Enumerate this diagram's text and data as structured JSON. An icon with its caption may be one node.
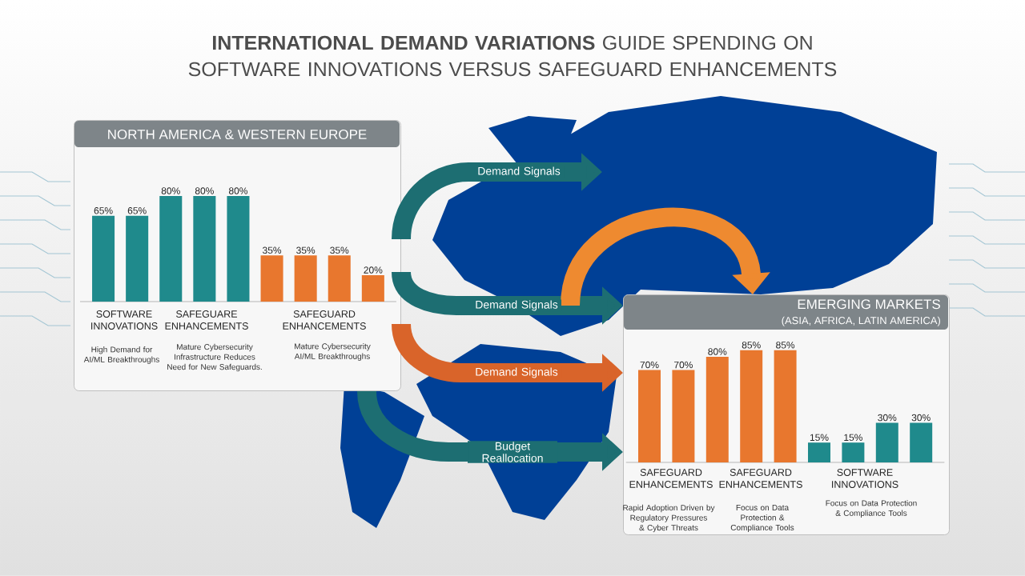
{
  "diagram": {
    "title": "**INTERNATIONAL DEMAND VARIATIONS** GUIDE SPENDING ON SOFTWARE INNOVATIONS VERSUS SAFEGUARD ENHANCEMENTS",
    "nodes": [
      {
        "text": [
          "NORTH AMERICA & WESTERN EUROPE"
        ]
      },
      {
        "text": [
          "EMERGING MARKETS",
          "(ASIA, AFRICA, LATIN AMERICA)"
        ]
      }
    ],
    "edges": [
      {
        "from": 0,
        "to": null,
        "arrow": "to",
        "label": "Demand Signals"
      },
      {
        "from": 0,
        "to": 1,
        "arrow": "to",
        "label": "Demand Signals"
      },
      {
        "from": 0,
        "to": 1,
        "arrow": "to",
        "label": "Demand Signals",
        "color": "#d9642a"
      },
      {
        "from": 0,
        "to": 1,
        "arrow": "to",
        "label": "Budget Reallocation"
      },
      {
        "from": null,
        "to": 1,
        "arrow": "to",
        "color": "#ee8a30"
      }
    ],
    "labels": [
      "SOFTWARE INNOVATIONS",
      "SAFEGUARE ENHANCEMENTS",
      "SAFEGUARD ENHANCEMENTS",
      "High Demand for AI/ML Breakthroughs",
      "Mature Cybersecurity Infrastructure Reduces Need for New Safeguards.",
      "Mature Cybersecurity AI/ML Breakthroughs",
      "SAFEGUARD ENHANCEMENTS",
      "SAFEGUARD ENHANCEMENTS",
      "SOFTWARE INNOVATIONS",
      "Rapid Adoption Driven by Regulatory Pressures & Cyber Threats",
      "Focus on Data Protection & Compliance Tools",
      "Focus on Data Protection & Compliance Tools"
    ],
    "chart_data": [
      {
        "type": "bar",
        "categories": [
          null,
          null,
          null,
          null,
          null,
          null,
          null,
          null,
          null
        ],
        "series": [
          {
            "value_labels": [
              "65%",
              "65%",
              "80%",
              "80%",
              "80%",
              "35%",
              "35%",
              "35%",
              "20%"
            ],
            "colors": [
              "#1f8a8c",
              "#1f8a8c",
              "#1f8a8c",
              "#1f8a8c",
              "#1f8a8c",
              "#e8772e",
              "#e8772e",
              "#e8772e",
              "#e8772e"
            ],
            "values": [
              65,
              65,
              80,
              80,
              80,
              35,
              35,
              35,
              20
            ]
          }
        ]
      },
      {
        "type": "bar",
        "categories": [
          null,
          null,
          null,
          null,
          null,
          null,
          null,
          null,
          null
        ],
        "series": [
          {
            "value_labels": [
              "70%",
              "70%",
              "80%",
              "85%",
              "85%",
              "15%",
              "15%",
              "30%",
              "30%"
            ],
            "colors": [
              "#e8772e",
              "#e8772e",
              "#e8772e",
              "#e8772e",
              "#e8772e",
              "#1f8a8c",
              "#1f8a8c",
              "#1f8a8c",
              "#1f8a8c"
            ],
            "values": [
              70,
              70,
              80,
              85,
              85,
              15,
              15,
              30,
              30
            ]
          }
        ]
      }
    ]
  }
}
